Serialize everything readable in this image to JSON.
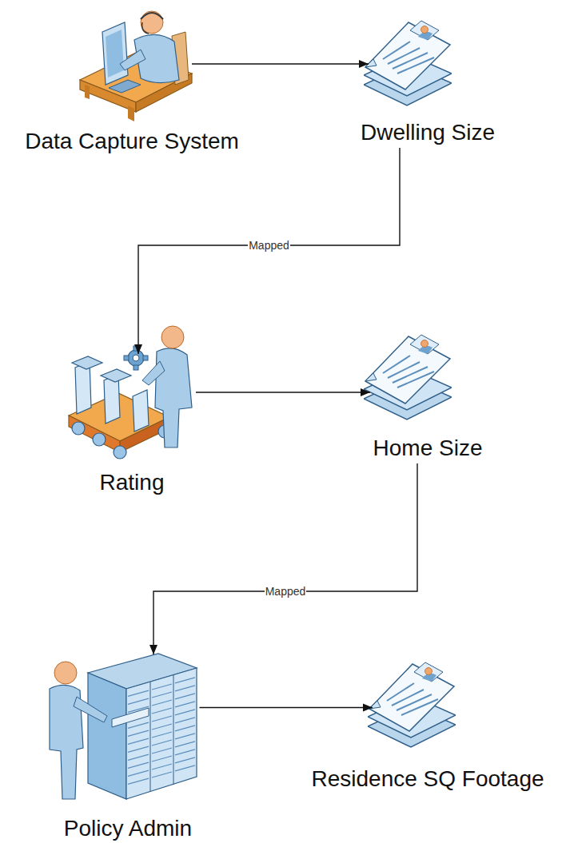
{
  "diagram": {
    "nodes": [
      {
        "text": [
          "Data Capture System"
        ]
      },
      {
        "text": [
          "Dwelling Size"
        ]
      },
      {
        "text": [
          "Rating"
        ]
      },
      {
        "text": [
          "Home Size"
        ]
      },
      {
        "text": [
          "Policy Admin"
        ]
      },
      {
        "text": [
          "Residence SQ Footage"
        ]
      }
    ],
    "edges": [
      {
        "from": 0,
        "to": 1,
        "arrow": "to"
      },
      {
        "from": 1,
        "to": 2,
        "label": "Mapped",
        "arrow": "to"
      },
      {
        "from": 2,
        "to": 3,
        "arrow": "to"
      },
      {
        "from": 3,
        "to": 4,
        "label": "Mapped",
        "arrow": "to"
      },
      {
        "from": 4,
        "to": 5,
        "arrow": "to"
      }
    ]
  }
}
